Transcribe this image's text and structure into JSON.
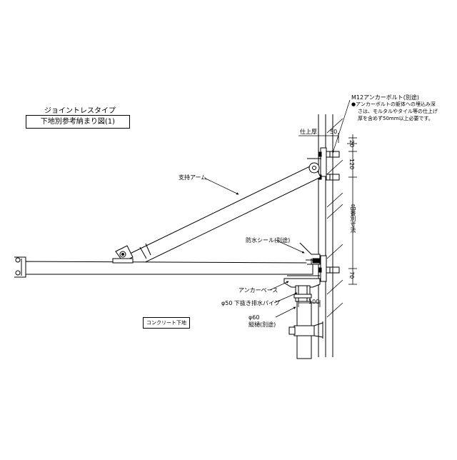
{
  "titles": {
    "type_name": "ジョイントレスタイプ",
    "drawing_name": "下地別参考納まり図(1)"
  },
  "labels": {
    "anchor_bolt": "M12アンカーボルト(別途)",
    "anchor_note_1": "●アンカーボルトの躯体への埋込み深",
    "anchor_note_2": "さは、モルタルやタイル等の仕上げ",
    "anchor_note_3": "厚を含めず50mm以上必要です。",
    "finish_thickness": "仕上厚",
    "support_arm": "支持アーム",
    "waterproof_seal": "防水シール(別途)",
    "anchor_base": "アンカーベース",
    "drain_pipe": "φ50 下抜き排水パイプ",
    "gutter_dia": "φ60",
    "gutter_name": "縦樋(別途)",
    "concrete_base": "コンクリート下地",
    "product_height": "品番別寸法"
  },
  "dimensions": {
    "d50": "50",
    "d20": "20",
    "d120": "120",
    "d70": "70",
    "d100": "100"
  }
}
